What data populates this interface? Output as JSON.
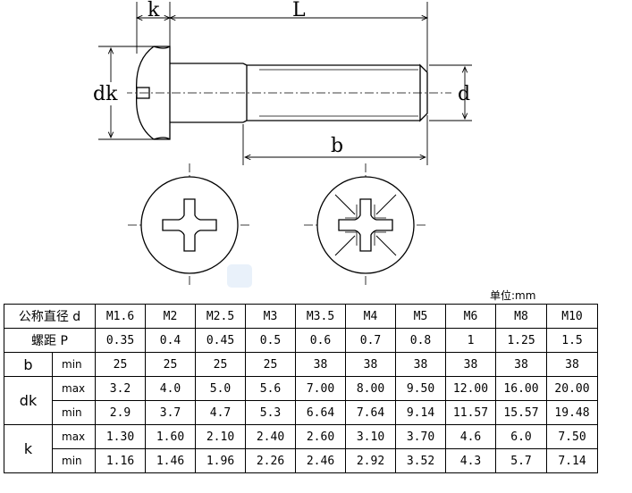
{
  "drawing": {
    "dimensions": {
      "k": "k",
      "L": "L",
      "dk": "dk",
      "d": "d",
      "b": "b"
    }
  },
  "table": {
    "unit_label": "单位:mm",
    "nominal_label": "公称直径 d",
    "pitch_label": "螺距 P",
    "sizes": [
      "M1.6",
      "M2",
      "M2.5",
      "M3",
      "M3.5",
      "M4",
      "M5",
      "M6",
      "M8",
      "M10"
    ],
    "pitch": [
      "0.35",
      "0.4",
      "0.45",
      "0.5",
      "0.6",
      "0.7",
      "0.8",
      "1",
      "1.25",
      "1.5"
    ],
    "b": {
      "label": "b",
      "min_label": "min",
      "min": [
        "25",
        "25",
        "25",
        "25",
        "38",
        "38",
        "38",
        "38",
        "38",
        "38"
      ]
    },
    "dk": {
      "label": "dk",
      "max_label": "max",
      "min_label": "min",
      "max": [
        "3.2",
        "4.0",
        "5.0",
        "5.6",
        "7.00",
        "8.00",
        "9.50",
        "12.00",
        "16.00",
        "20.00"
      ],
      "min": [
        "2.9",
        "3.7",
        "4.7",
        "5.3",
        "6.64",
        "7.64",
        "9.14",
        "11.57",
        "15.57",
        "19.48"
      ]
    },
    "k": {
      "label": "k",
      "max_label": "max",
      "min_label": "min",
      "max": [
        "1.30",
        "1.60",
        "2.10",
        "2.40",
        "2.60",
        "3.10",
        "3.70",
        "4.6",
        "6.0",
        "7.50"
      ],
      "min": [
        "1.16",
        "1.46",
        "1.96",
        "2.26",
        "2.46",
        "2.92",
        "3.52",
        "4.3",
        "5.7",
        "7.14"
      ]
    }
  }
}
